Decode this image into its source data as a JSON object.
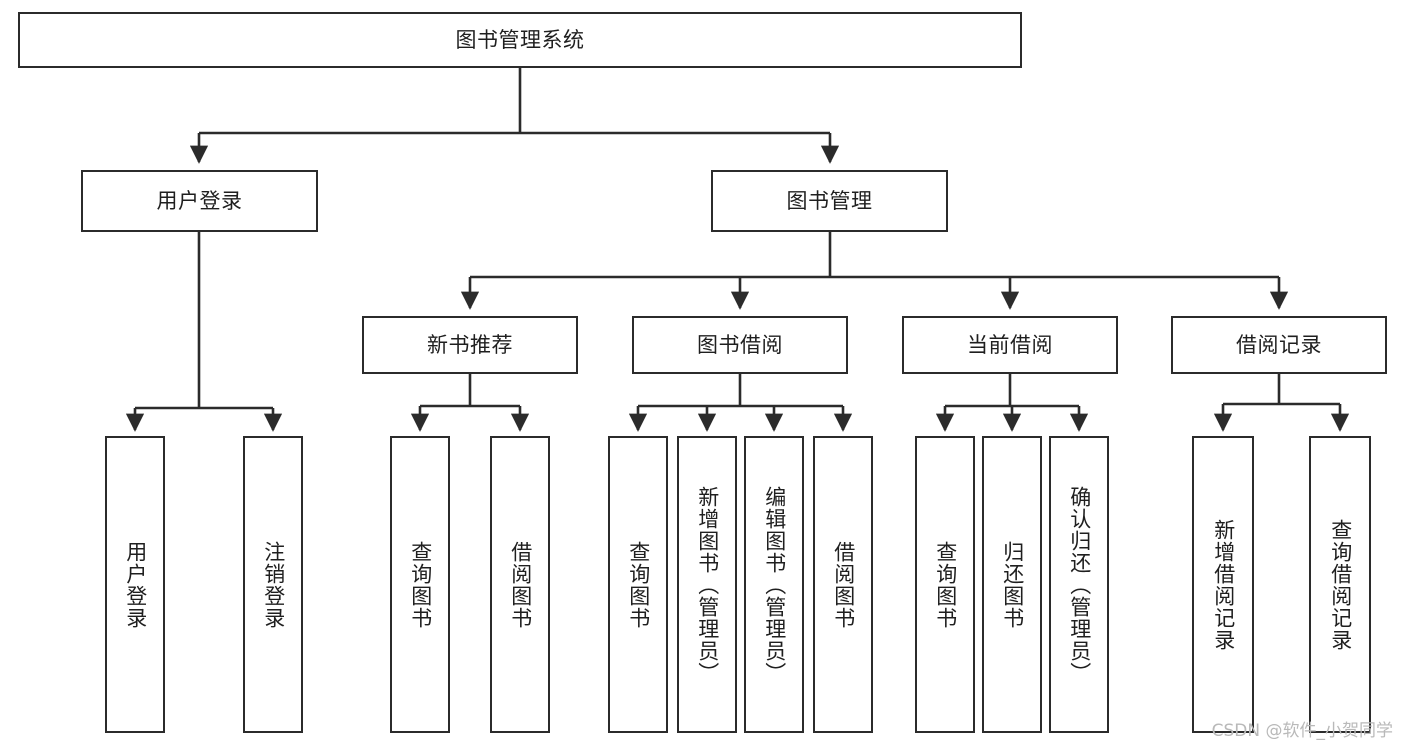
{
  "diagram": {
    "title": "图书管理系统",
    "type": "tree",
    "watermark": "CSDN @软件_小贺同学",
    "colors": {
      "stroke": "#2b2b2b",
      "fill": "#ffffff",
      "text": "#1f1f1f",
      "watermark": "#b9b9b9"
    },
    "levels": {
      "root": "图书管理系统",
      "level2": [
        "用户登录",
        "图书管理"
      ],
      "level3": [
        "新书推荐",
        "图书借阅",
        "当前借阅",
        "借阅记录"
      ]
    },
    "nodes": {
      "root": {
        "label": "图书管理系统"
      },
      "user_login": {
        "label": "用户登录"
      },
      "book_manage": {
        "label": "图书管理"
      },
      "new_book_rec": {
        "label": "新书推荐"
      },
      "book_borrow": {
        "label": "图书借阅"
      },
      "current_borrow": {
        "label": "当前借阅"
      },
      "borrow_record": {
        "label": "借阅记录"
      },
      "leaf_user_login": {
        "label": "用户登录"
      },
      "leaf_logout": {
        "label": "注销登录"
      },
      "leaf_query_book_1": {
        "label": "查询图书"
      },
      "leaf_borrow_book_1": {
        "label": "借阅图书"
      },
      "leaf_query_book_2": {
        "label": "查询图书"
      },
      "leaf_add_book": {
        "label": "新增图书（管理员）"
      },
      "leaf_edit_book": {
        "label": "编辑图书（管理员）"
      },
      "leaf_borrow_book_2": {
        "label": "借阅图书"
      },
      "leaf_query_book_3": {
        "label": "查询图书"
      },
      "leaf_return_book": {
        "label": "归还图书"
      },
      "leaf_confirm_return": {
        "label": "确认归还（管理员）"
      },
      "leaf_add_record": {
        "label": "新增借阅记录"
      },
      "leaf_query_record": {
        "label": "查询借阅记录"
      }
    }
  }
}
